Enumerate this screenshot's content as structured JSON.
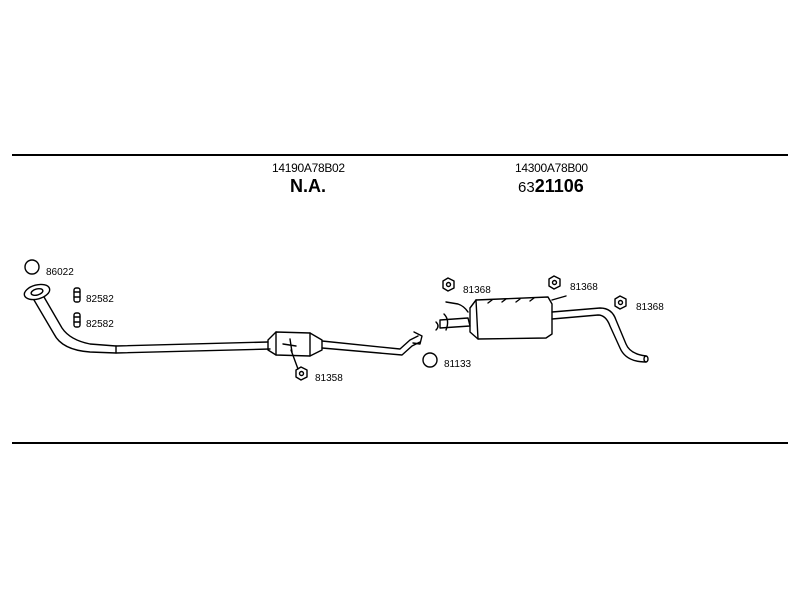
{
  "assemblies": [
    {
      "part_number": "14190A78B02",
      "catalog_number": "N.A.",
      "catalog_prefix": ""
    },
    {
      "part_number": "14300A78B00",
      "catalog_prefix": "63",
      "catalog_number": "21106"
    }
  ],
  "callouts": {
    "gasket_front": "86022",
    "hanger_1": "82582",
    "hanger_2": "82582",
    "nut_center": "81358",
    "nut_rear_1": "81368",
    "nut_rear_2": "81368",
    "nut_rear_3": "81368",
    "ring_rear": "81133"
  }
}
